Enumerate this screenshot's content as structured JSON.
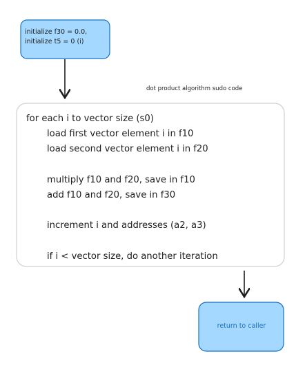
{
  "init_box": {
    "lines": [
      "initialize f30 = 0.0,",
      "initialize t5 = 0 (i)"
    ]
  },
  "caption": "dot product algorithm sudo code",
  "pseudocode": {
    "header": "for each i to vector size (s0)",
    "body": [
      "load first vector element i in f10",
      "load second vector element i in f20",
      "",
      "multiply f10 and f20, save in f10",
      "add f10 and f20, save in f30",
      "",
      "increment i and addresses (a2, a3)",
      "",
      "if i < vector size, do another iteration"
    ]
  },
  "return_box": {
    "label": "return to caller"
  },
  "colors": {
    "box_fill": "#a5d8ff",
    "box_stroke": "#1971c2",
    "outline": "#d0d0d0",
    "ink": "#1e1e1e"
  }
}
